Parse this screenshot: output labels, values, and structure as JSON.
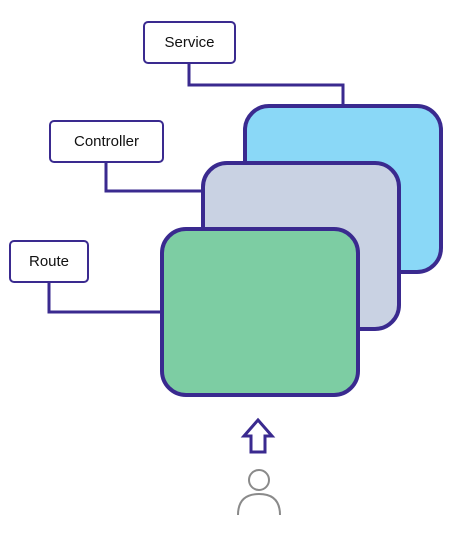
{
  "diagram": {
    "labels": {
      "service": "Service",
      "controller": "Controller",
      "route": "Route"
    },
    "layers": [
      {
        "id": "service-layer",
        "color": "#8ad8f7"
      },
      {
        "id": "controller-layer",
        "color": "#c9d2e3"
      },
      {
        "id": "route-layer",
        "color": "#7dcda3"
      }
    ],
    "stroke_color": "#3a2a8f",
    "icons": [
      "up-arrow-icon",
      "user-icon"
    ]
  }
}
